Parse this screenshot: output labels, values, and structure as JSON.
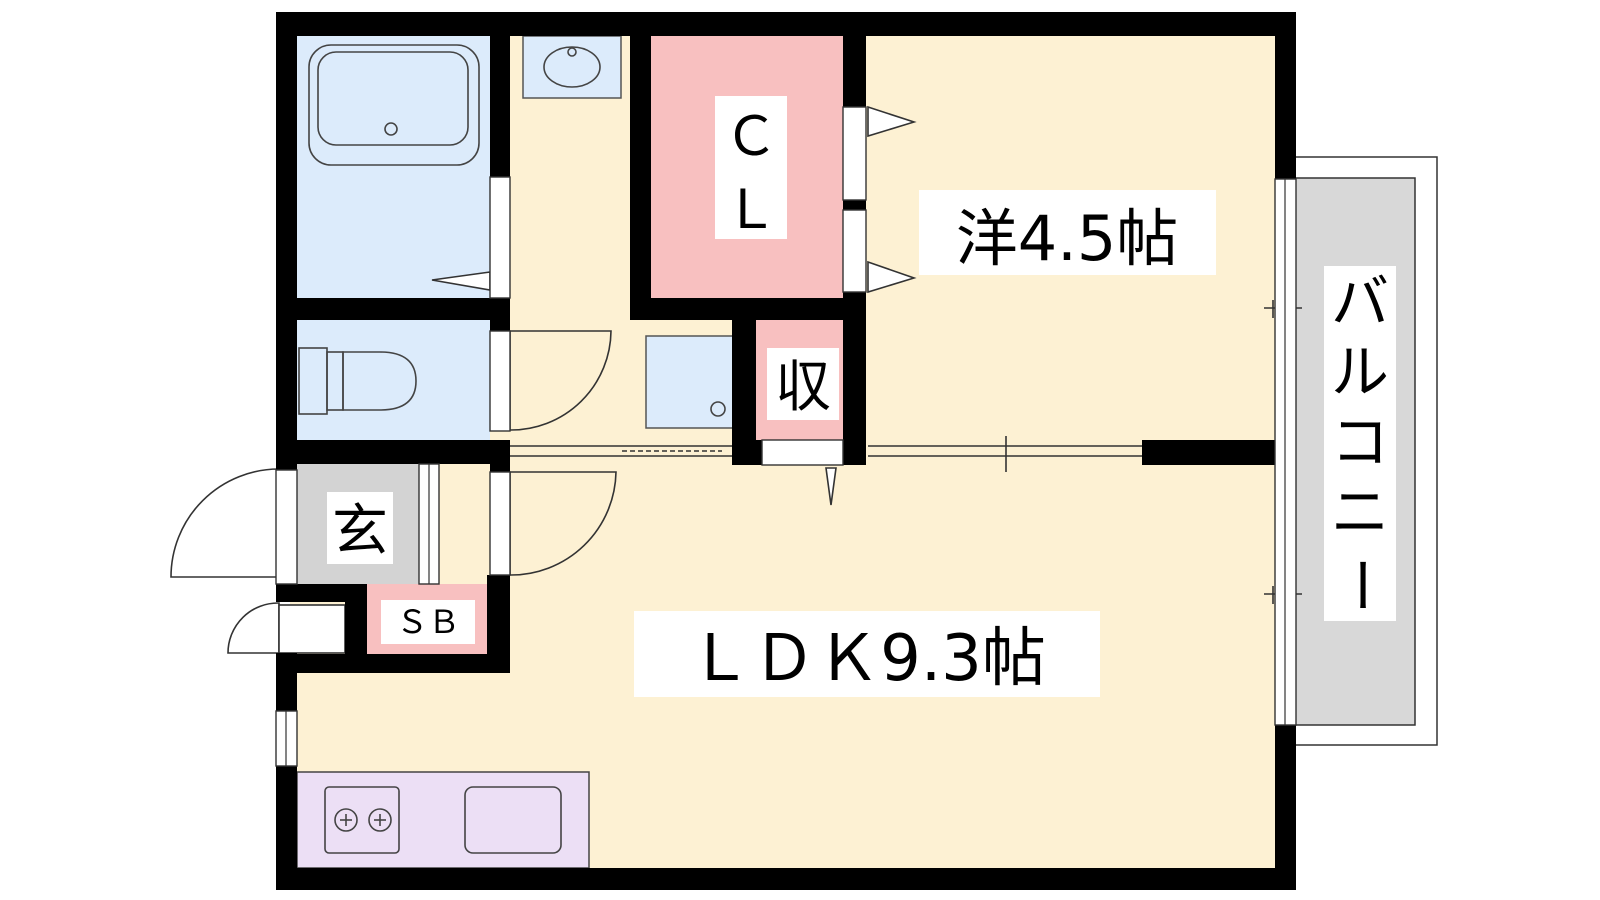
{
  "rooms": {
    "western_room": "洋4.5帖",
    "ldk": "ＬＤＫ9.3帖",
    "closet_c": "Ｃ",
    "closet_l": "Ｌ",
    "storage": "収",
    "entrance": "玄",
    "shoe_box": "ＳＢ",
    "balcony": [
      "バ",
      "ル",
      "コ",
      "ニ",
      "ー"
    ]
  },
  "colors": {
    "wall": "#000000",
    "floor": "#fdf1d3",
    "wet_area": "#dcebfb",
    "closet": "#f8c0c0",
    "entrance": "#d3d3d3",
    "kitchen": "#ecdff5",
    "balcony": "#d8d8d8",
    "label_bg": "#ffffff"
  }
}
